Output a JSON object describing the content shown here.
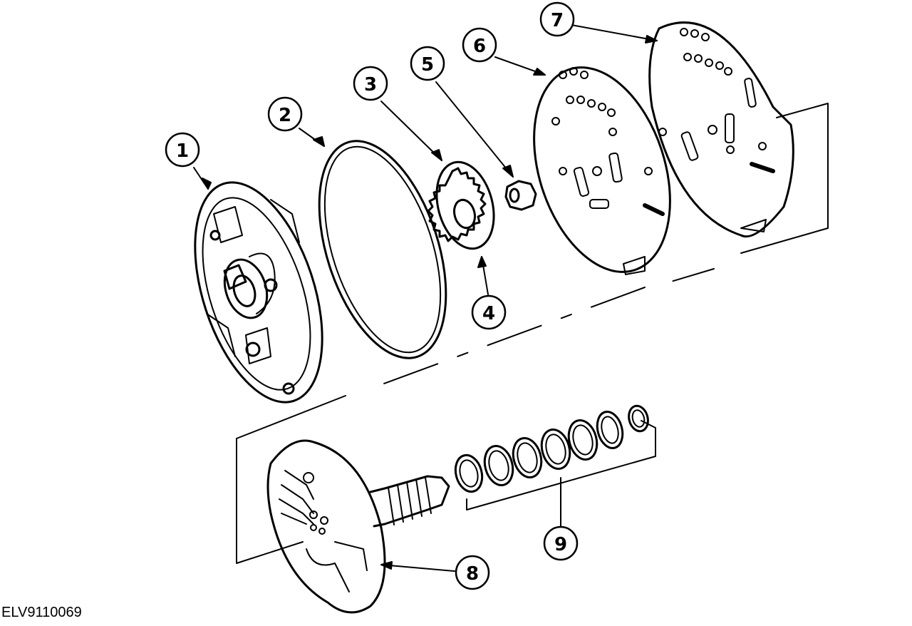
{
  "figure": {
    "id": "ELV9110069"
  },
  "callouts": [
    {
      "number": "1"
    },
    {
      "number": "2"
    },
    {
      "number": "3"
    },
    {
      "number": "4"
    },
    {
      "number": "5"
    },
    {
      "number": "6"
    },
    {
      "number": "7"
    },
    {
      "number": "8"
    },
    {
      "number": "9"
    }
  ],
  "colors": {
    "line": "#000000",
    "background": "#ffffff"
  }
}
